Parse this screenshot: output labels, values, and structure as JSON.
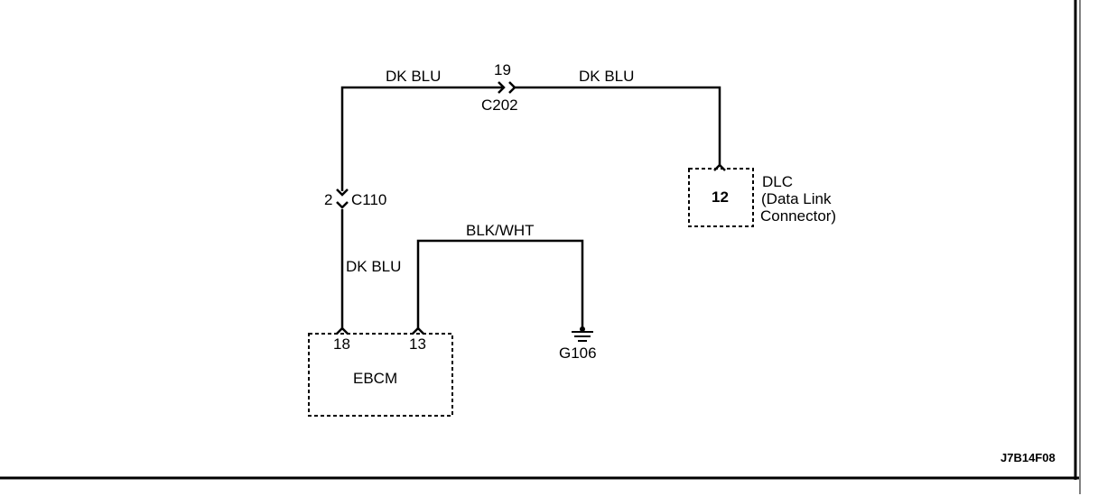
{
  "wires": {
    "top_left_color": "DK BLU",
    "top_right_color": "DK BLU",
    "left_vertical_color": "DK BLU",
    "ground_color": "BLK/WHT"
  },
  "connectors": {
    "c202": {
      "name": "C202",
      "pin": "19"
    },
    "c110": {
      "name": "C110",
      "pin": "2"
    }
  },
  "dlc": {
    "pin": "12",
    "label_line1": "DLC",
    "label_line2": "(Data Link",
    "label_line3": "Connector)"
  },
  "ebcm": {
    "name": "EBCM",
    "pin_left": "18",
    "pin_right": "13"
  },
  "ground": {
    "name": "G106"
  },
  "figure_code": "J7B14F08"
}
